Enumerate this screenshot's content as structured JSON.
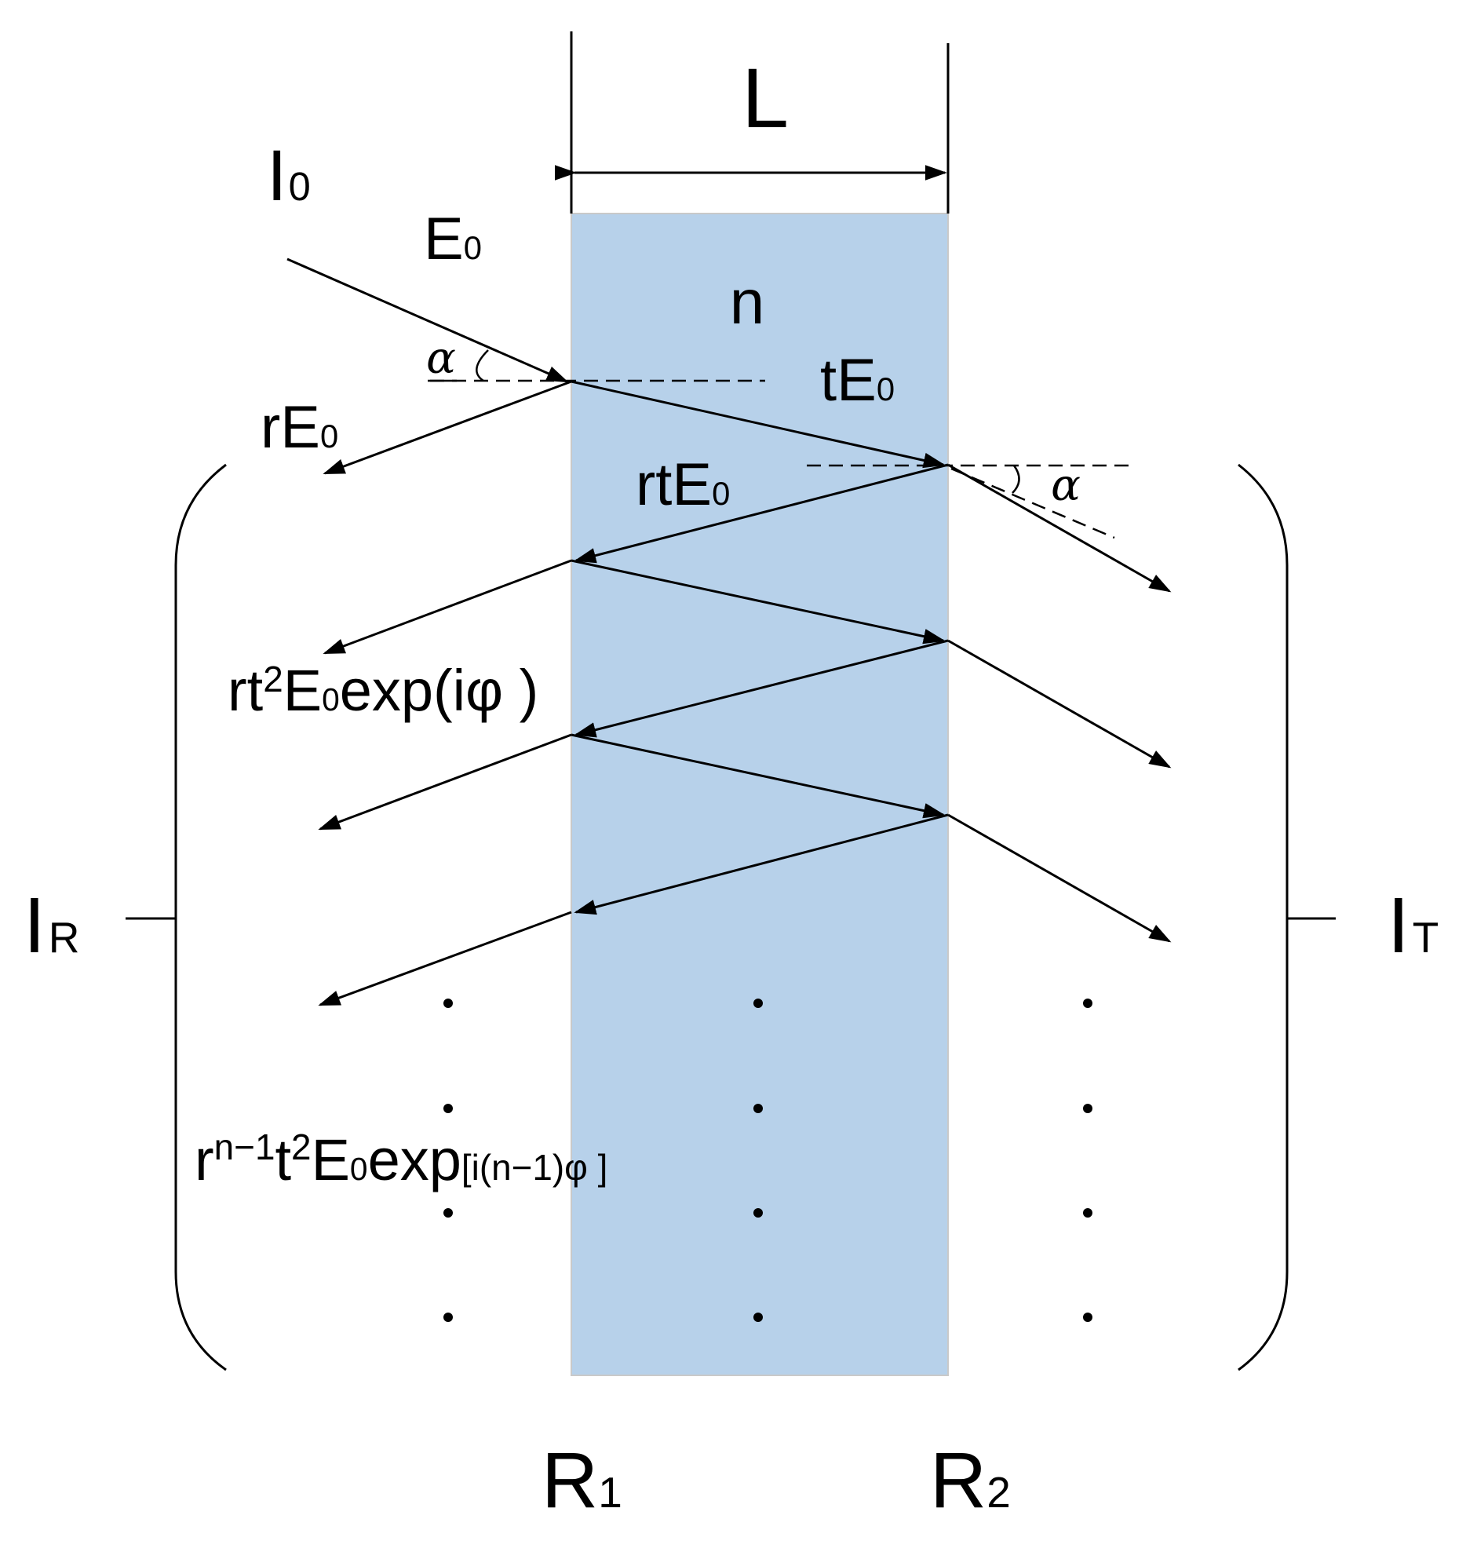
{
  "colors": {
    "slab": "#b7d1ea",
    "line": "#000000",
    "background": "#ffffff"
  },
  "labels": {
    "thickness": "L",
    "incident_intensity": {
      "base": "I",
      "sub": "0"
    },
    "incident_field": {
      "base": "E",
      "sub": "0"
    },
    "refractive_index": "n",
    "angle_in": "α",
    "angle_out": "α",
    "transmitted": {
      "pre": "tE",
      "sub": "0"
    },
    "reflected": {
      "pre": "rE",
      "sub": "0"
    },
    "internal_reflected": {
      "pre": "rtE",
      "sub": "0"
    },
    "second_reflected": {
      "pre": "rt",
      "sup": "2",
      "mid": "E",
      "sub": "0",
      "post": "exp(iφ )"
    },
    "nth_reflected": {
      "pre": "r",
      "sup1": "n−1",
      "mid1": "t",
      "sup2": "2",
      "mid2": "E",
      "sub": "0",
      "mid3": "exp",
      "post": "[i(n−1)φ ]"
    },
    "reflected_intensity": {
      "base": "I",
      "sub": "R"
    },
    "transmitted_intensity": {
      "base": "I",
      "sub": "T"
    },
    "mirror_left": {
      "base": "R",
      "sub": "1"
    },
    "mirror_right": {
      "base": "R",
      "sub": "2"
    }
  }
}
